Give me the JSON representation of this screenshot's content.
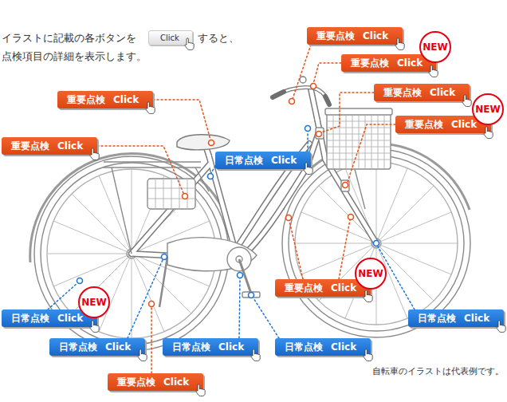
{
  "diagram": {
    "nodes": [
      {
        "text": [
          "Click"
        ]
      },
      {
        "text": [
          "重要点検",
          "Click"
        ]
      },
      {
        "text": [
          "NEW"
        ]
      },
      {
        "text": [
          "重要点検",
          "Click"
        ]
      },
      {
        "text": [
          "重要点検",
          "Click"
        ]
      },
      {
        "text": [
          "重要点検",
          "Click"
        ]
      },
      {
        "text": [
          "NEW"
        ]
      },
      {
        "text": [
          "重要点検",
          "Click"
        ]
      },
      {
        "text": [
          "重要点検",
          "Click"
        ]
      },
      {
        "text": [
          "日常点検",
          "Click"
        ]
      },
      {
        "text": [
          "NEW"
        ]
      },
      {
        "text": [
          "重要点検",
          "Click"
        ]
      },
      {
        "text": [
          "NEW"
        ]
      },
      {
        "text": [
          "日常点検",
          "Click"
        ]
      },
      {
        "text": [
          "日常点検",
          "Click"
        ]
      },
      {
        "text": [
          "日常点検",
          "Click"
        ]
      },
      {
        "text": [
          "日常点検",
          "Click"
        ]
      },
      {
        "text": [
          "日常点検",
          "Click"
        ]
      },
      {
        "text": [
          "重要点検",
          "Click"
        ]
      }
    ],
    "labels": [
      "イラストに記載の各ボタンを",
      "すると、",
      "点検項目の詳細を表示します。",
      "自転車のイラストは代表例です。"
    ]
  }
}
